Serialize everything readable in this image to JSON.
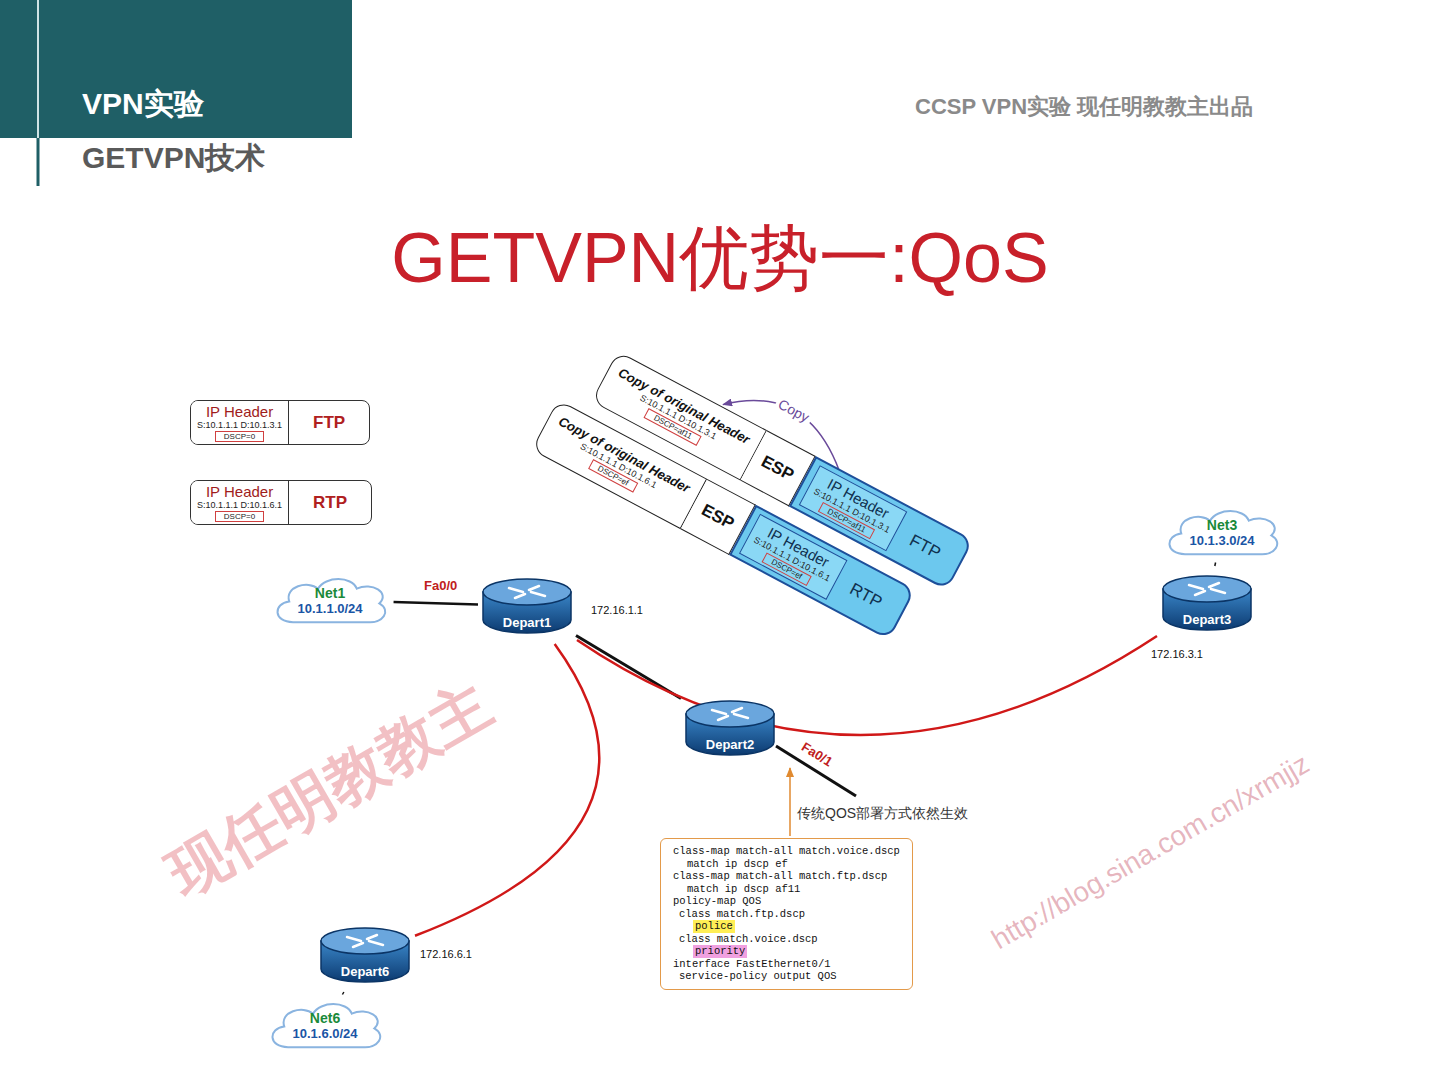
{
  "diagram": {
    "title": "GETVPN优势一:QoS",
    "nodes": [
      {
        "text": [
          "FTP"
        ]
      },
      {
        "text": [
          "IP Header",
          "S:10.1.1.1 D:10.1.3.1",
          "DSCP=0"
        ],
        "in": 0
      },
      {
        "text": [
          "RTP"
        ]
      },
      {
        "text": [
          "IP Header",
          "S:10.1.1.1 D:10.1.6.1",
          "DSCP=0"
        ],
        "in": 2
      },
      {
        "text": [
          "Copy of original Header",
          "S:10.1.1.1 D:10.1.3.1",
          "DSCP=af11"
        ]
      },
      {
        "text": [
          "ESP"
        ]
      },
      {
        "text": [
          "FTP"
        ]
      },
      {
        "text": [
          "IP Header",
          "S:10.1.1.1 D:10.1.3.1",
          "DSCP=af11"
        ],
        "in": 6
      },
      {
        "text": [
          "Copy of original Header",
          "S:10.1.1.1 D:10.1.6.1",
          "DSCP=ef"
        ]
      },
      {
        "text": [
          "ESP"
        ]
      },
      {
        "text": [
          "RTP"
        ]
      },
      {
        "text": [
          "IP Header",
          "S:10.1.1.1 D:10.1.6.1",
          "DSCP=ef"
        ],
        "in": 10
      },
      {
        "text": [
          "Net1",
          "10.1.1.0/24"
        ]
      },
      {
        "text": [
          "Depart1"
        ]
      },
      {
        "text": [
          "Depart2"
        ]
      },
      {
        "text": [
          "Net3",
          "10.1.3.0/24"
        ]
      },
      {
        "text": [
          "Depart3"
        ]
      },
      {
        "text": [
          "Depart6"
        ]
      },
      {
        "text": [
          "Net6",
          "10.1.6.0/24"
        ]
      },
      {
        "text": [
          "class-map match-all match.voice.dscp",
          "match ip dscp ef",
          "class-map match-all match.ftp.dscp",
          "match ip dscp af11",
          "policy-map QOS",
          "class match.ftp.dscp",
          "police",
          "class match.voice.dscp",
          "priority",
          "interface FastEthernet0/1",
          "service-policy output QOS"
        ]
      }
    ],
    "edges": [
      {
        "from": 12,
        "to": 13,
        "arrow": "none"
      },
      {
        "from": 13,
        "to": 14,
        "arrow": "none"
      },
      {
        "from": 13,
        "to": 16,
        "arrow": "none"
      },
      {
        "from": 13,
        "to": 17,
        "arrow": "none"
      },
      {
        "from": 17,
        "to": 18,
        "arrow": "none"
      },
      {
        "from": 16,
        "to": 15,
        "arrow": "none"
      },
      {
        "from": 7,
        "to": 4,
        "label": "Copy",
        "arrow": "to"
      }
    ],
    "labels": [
      "VPN实验",
      "GETVPN技术",
      "CCSP VPN实验 现任明教教主出品",
      "Fa0/0",
      "172.16.1.1",
      "172.16.3.1",
      "Fa0/1",
      "172.16.6.1",
      "传统QOS部署方式依然生效",
      "现任明教教主",
      "http://blog.sina.com.cn/xrmjjz"
    ]
  }
}
